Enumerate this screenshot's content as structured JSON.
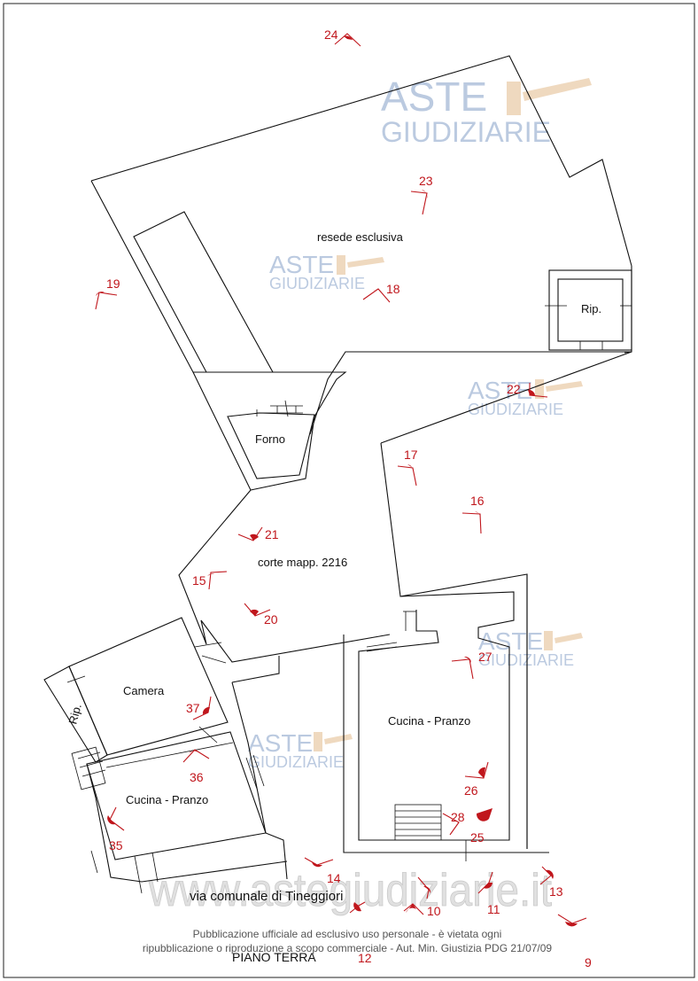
{
  "rooms": {
    "resede": "resede esclusiva",
    "rip_top": "Rip.",
    "forno": "Forno",
    "corte": "corte mapp. 2216",
    "camera": "Camera",
    "rip_left": "Rip.",
    "cucina_left": "Cucina - Pranzo",
    "cucina_right": "Cucina - Pranzo"
  },
  "street_label": "via comunale di Tineggiori",
  "floor_label": "PIANO TERRA",
  "watermark": {
    "line1": "ASTE",
    "line2": "GIUDIZIARIE",
    "site": "www.astegiudiziarie.it"
  },
  "disclaimer": {
    "line1": "Pubblicazione ufficiale ad esclusivo uso personale - è vietata ogni",
    "line2": "ripubblicazione o riproduzione a scopo commerciale - Aut. Min. Giustizia PDG 21/07/09"
  },
  "photo_markers": [
    "24",
    "23",
    "19",
    "18",
    "22",
    "17",
    "16",
    "21",
    "15",
    "20",
    "27",
    "37",
    "36",
    "26",
    "28",
    "25",
    "35",
    "14",
    "10",
    "11",
    "13",
    "12",
    "9"
  ],
  "colors": {
    "marker": "#c0161c",
    "watermark": "#8fa8cc",
    "lines": "#111111"
  }
}
